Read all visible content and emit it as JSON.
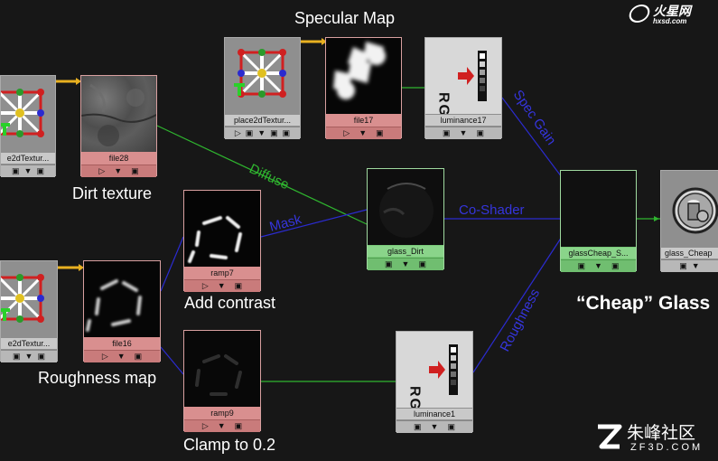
{
  "captions": {
    "specular_map": "Specular Map",
    "dirt_texture": "Dirt texture",
    "add_contrast": "Add contrast",
    "roughness_map": "Roughness map",
    "clamp": "Clamp to 0.2",
    "cheap_glass": "“Cheap” Glass"
  },
  "wire_labels": {
    "diffuse": "Diffuse",
    "mask": "Mask",
    "co_shader": "Co-Shader",
    "spec_gain": "Spec Gain",
    "roughness": "Roughness"
  },
  "nodes": {
    "place2d_a": "place2dTextur...",
    "file17": "file17",
    "luminance17": "luminance17",
    "place2d_b": "e2dTextur...",
    "file28": "file28",
    "ramp7": "ramp7",
    "glass_dirt": "glass_Dirt",
    "glass_cheap_s": "glassCheap_S...",
    "glass_cheap": "glass_Cheap",
    "place2d_c": "e2dTextur...",
    "file16": "file16",
    "ramp9": "ramp9",
    "luminance1": "luminance1"
  },
  "rgb_icon_text": "RGB",
  "watermark": {
    "top_brand": "火星网",
    "top_url": "hxsd.com",
    "bottom_brand": "朱峰社区",
    "bottom_url": "ZF3D.COM"
  },
  "colors": {
    "background": "#171717",
    "green_wire": "#2fb52f",
    "blue_wire": "#2b2bd0",
    "yellow_wire": "#e8b020",
    "texture_node": "#d98f8f",
    "shader_node": "#78c878",
    "utility_node": "#c9c9c9"
  }
}
